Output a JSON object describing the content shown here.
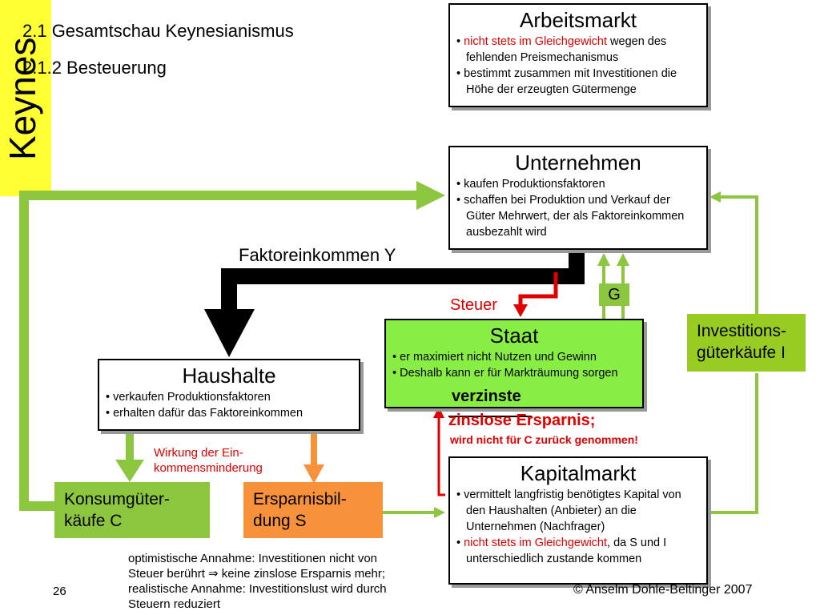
{
  "sidebar": {
    "vertical_title": "Keynes"
  },
  "header": {
    "line1": "2.1 Gesamtschau Keynesianismus",
    "line2": "2.1.2 Besteuerung"
  },
  "boxes": {
    "arbeitsmarkt": {
      "title": "Arbeitsmarkt",
      "b1_red": "nicht stets im Gleichgewicht",
      "b1_rest": " wegen des fehlenden Preismechanismus",
      "b2": "bestimmt zusammen mit Investitionen die Höhe der erzeugten Gütermenge"
    },
    "unternehmen": {
      "title": "Unternehmen",
      "b1": "kaufen Produktionsfaktoren",
      "b2": "schaffen bei Produktion und Verkauf der Güter Mehrwert, der als Faktoreinkommen ausbezahlt wird"
    },
    "staat": {
      "title": "Staat",
      "b1": "er maximiert nicht Nutzen und Gewinn",
      "b2": "Deshalb kann er für Markträumung sorgen"
    },
    "haushalte": {
      "title": "Haushalte",
      "b1": "verkaufen Produktionsfaktoren",
      "b2": "erhalten dafür das Faktoreinkommen"
    },
    "kapitalmarkt": {
      "title": "Kapitalmarkt",
      "b1": "vermittelt langfristig benötigtes Kapital von den Haushalten (Anbieter) an die Unternehmen (Nachfrager)",
      "b2_red": "nicht stets im Gleichgewicht",
      "b2_rest": ", da S und I unterschiedlich zustande kommen"
    }
  },
  "flows": {
    "faktoreinkommen": "Faktoreinkommen Y",
    "steuer": "Steuer",
    "g": "G",
    "investitionen": "Investitions-güterkäufe I",
    "konsum": "Konsumgüter-käufe C",
    "ersparnis": "Ersparnisbil-dung S",
    "wirkung": "Wirkung der Ein-kommensminderung",
    "verzinste": "verzinste",
    "zinslose": "zinslose",
    "ersparnis_red": " Ersparnis;",
    "nicht_zurueck": "wird nicht für C zurück genommen!"
  },
  "footer": {
    "page": "26",
    "note_l1": "optimistische Annahme: Investitionen nicht von",
    "note_l2": "Steuer berührt ⇒ keine zinslose Ersparnis mehr;",
    "note_l3": "realistische Annahme: Investitionslust wird durch",
    "note_l4": "Steuern reduziert",
    "copyright": "© Anselm Dohle-Beltinger 2007"
  },
  "colors": {
    "sidebar": "#ffff33",
    "lime_arrow": "#8cc63f",
    "orange": "#f7923a",
    "staat_green": "#88ee44",
    "red": "#e00000",
    "invest_bg": "#99cc22"
  }
}
